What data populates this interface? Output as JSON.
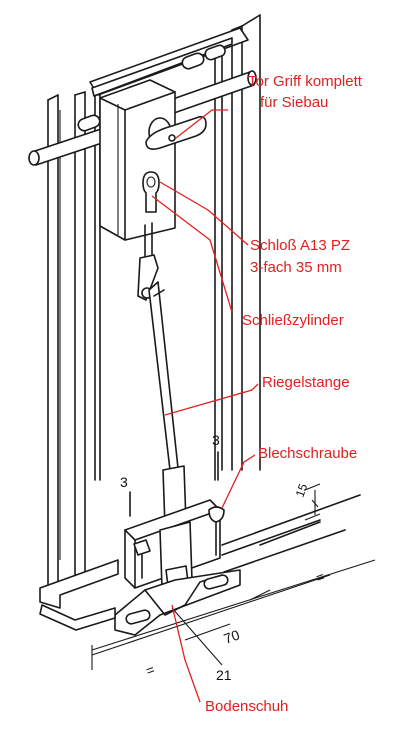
{
  "labels": {
    "tor_griff_line1": "Tor Griff komplett",
    "tor_griff_line2": "für Siebau",
    "schloss_line1": "Schloß  A13 PZ",
    "schloss_line2": "3-fach 35 mm",
    "schliesszylinder": "Schließzylinder",
    "riegelstange": "Riegelstange",
    "blechschraube": "Blechschraube",
    "bodenschuh": "Bodenschuh"
  },
  "dimensions": {
    "screw_left": "3",
    "screw_right": "3",
    "gap": "15",
    "equal_right": "=",
    "equal_left": "=",
    "width_70": "70",
    "ref_21": "21"
  },
  "colors": {
    "label": "#e2201f",
    "line": "#1a1a1a"
  }
}
